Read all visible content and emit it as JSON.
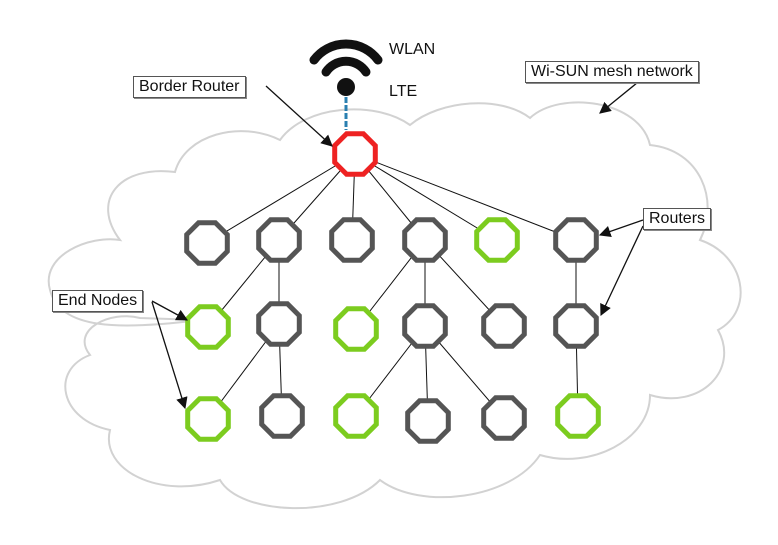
{
  "labels": {
    "wlan": "WLAN",
    "lte": "LTE",
    "border_router": "Border Router",
    "mesh_network": "Wi-SUN mesh network",
    "routers": "Routers",
    "end_nodes": "End Nodes"
  },
  "colors": {
    "border_router": "#ee2222",
    "router": "#555555",
    "end_node": "#7ccc1f",
    "cloud_outline": "#d2d2d2",
    "uplink": "#2a7fb0",
    "wifi_icon": "#111111",
    "connector": "#111111"
  },
  "icons": {
    "uplink": "wifi-icon"
  },
  "nodes": [
    {
      "id": "br",
      "type": "border_router"
    },
    {
      "id": "r1c1",
      "type": "router"
    },
    {
      "id": "r1c2",
      "type": "router"
    },
    {
      "id": "r1c3",
      "type": "router"
    },
    {
      "id": "r1c4",
      "type": "router"
    },
    {
      "id": "r1c5",
      "type": "end_node"
    },
    {
      "id": "r1c6",
      "type": "router"
    },
    {
      "id": "r2c1",
      "type": "end_node"
    },
    {
      "id": "r2c2",
      "type": "router"
    },
    {
      "id": "r2c3",
      "type": "end_node"
    },
    {
      "id": "r2c4",
      "type": "router"
    },
    {
      "id": "r2c5",
      "type": "router"
    },
    {
      "id": "r2c6",
      "type": "router"
    },
    {
      "id": "r3c1",
      "type": "end_node"
    },
    {
      "id": "r3c2",
      "type": "router"
    },
    {
      "id": "r3c3",
      "type": "end_node"
    },
    {
      "id": "r3c4",
      "type": "router"
    },
    {
      "id": "r3c5",
      "type": "router"
    },
    {
      "id": "r3c6",
      "type": "end_node"
    }
  ],
  "links": [
    [
      "br",
      "r1c1"
    ],
    [
      "br",
      "r1c2"
    ],
    [
      "br",
      "r1c3"
    ],
    [
      "br",
      "r1c4"
    ],
    [
      "br",
      "r1c5"
    ],
    [
      "br",
      "r1c6"
    ],
    [
      "r1c2",
      "r2c1"
    ],
    [
      "r1c2",
      "r2c2"
    ],
    [
      "r1c4",
      "r2c3"
    ],
    [
      "r1c4",
      "r2c4"
    ],
    [
      "r1c4",
      "r2c5"
    ],
    [
      "r1c6",
      "r2c6"
    ],
    [
      "r2c2",
      "r3c1"
    ],
    [
      "r2c2",
      "r3c2"
    ],
    [
      "r2c4",
      "r3c3"
    ],
    [
      "r2c4",
      "r3c4"
    ],
    [
      "r2c4",
      "r3c5"
    ],
    [
      "r2c6",
      "r3c6"
    ]
  ]
}
